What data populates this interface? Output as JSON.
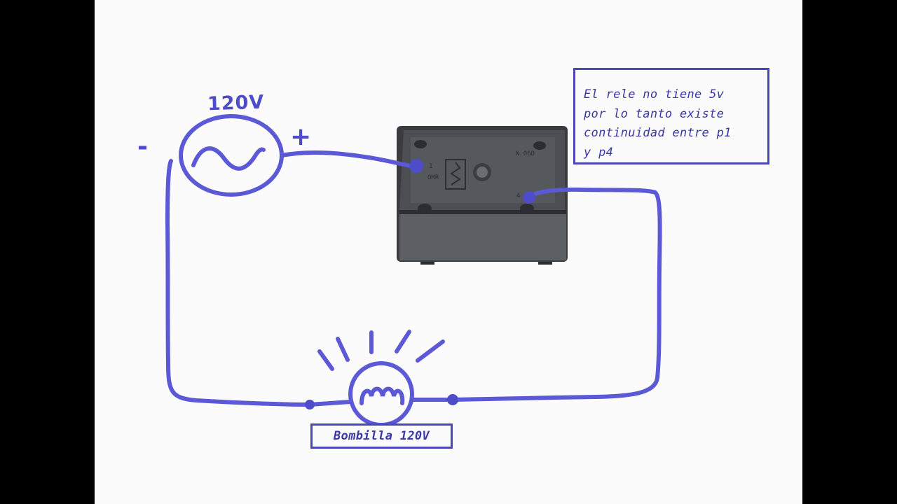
{
  "source": {
    "voltage_label": "120V",
    "positive_label": "+",
    "negative_label": "-"
  },
  "note": {
    "lines": [
      "El rele no tiene 5v",
      "por lo tanto existe",
      "continuidad entre p1",
      "y p4"
    ]
  },
  "bulb": {
    "label": "Bombilla 120V"
  },
  "relay": {
    "pin_marks": [
      "1",
      "4"
    ]
  },
  "colors": {
    "wire": "#5b59d6",
    "text": "#3a37a8",
    "relay_body": "#45484d"
  }
}
